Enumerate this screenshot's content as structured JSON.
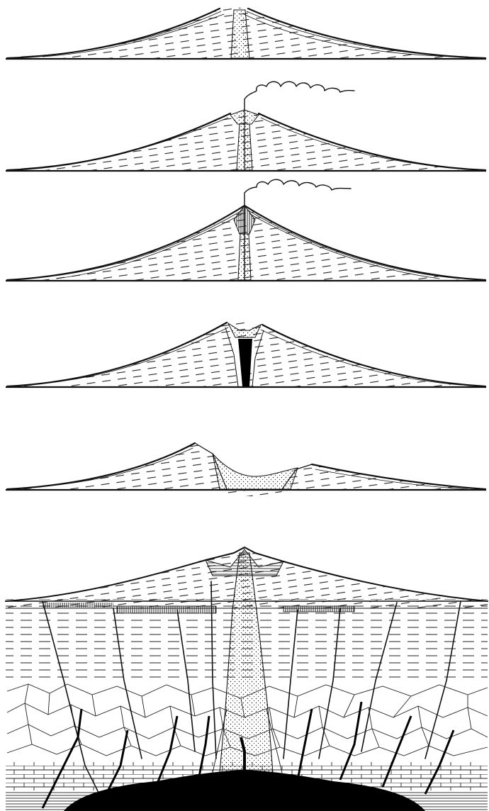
{
  "figure": {
    "panels": [
      {
        "stage": 1,
        "smoke": false,
        "crater": "small-cone"
      },
      {
        "stage": 2,
        "smoke": true,
        "crater": "small-cone"
      },
      {
        "stage": 3,
        "smoke": true,
        "crater": "peak"
      },
      {
        "stage": 4,
        "smoke": false,
        "crater": "broken-summit"
      },
      {
        "stage": 5,
        "smoke": false,
        "crater": "caldera"
      },
      {
        "stage": 6,
        "smoke": false,
        "crater": "cross-section"
      }
    ],
    "colors": {
      "ink": "#111111",
      "paper": "#ffffff",
      "magma": "#000000"
    }
  }
}
